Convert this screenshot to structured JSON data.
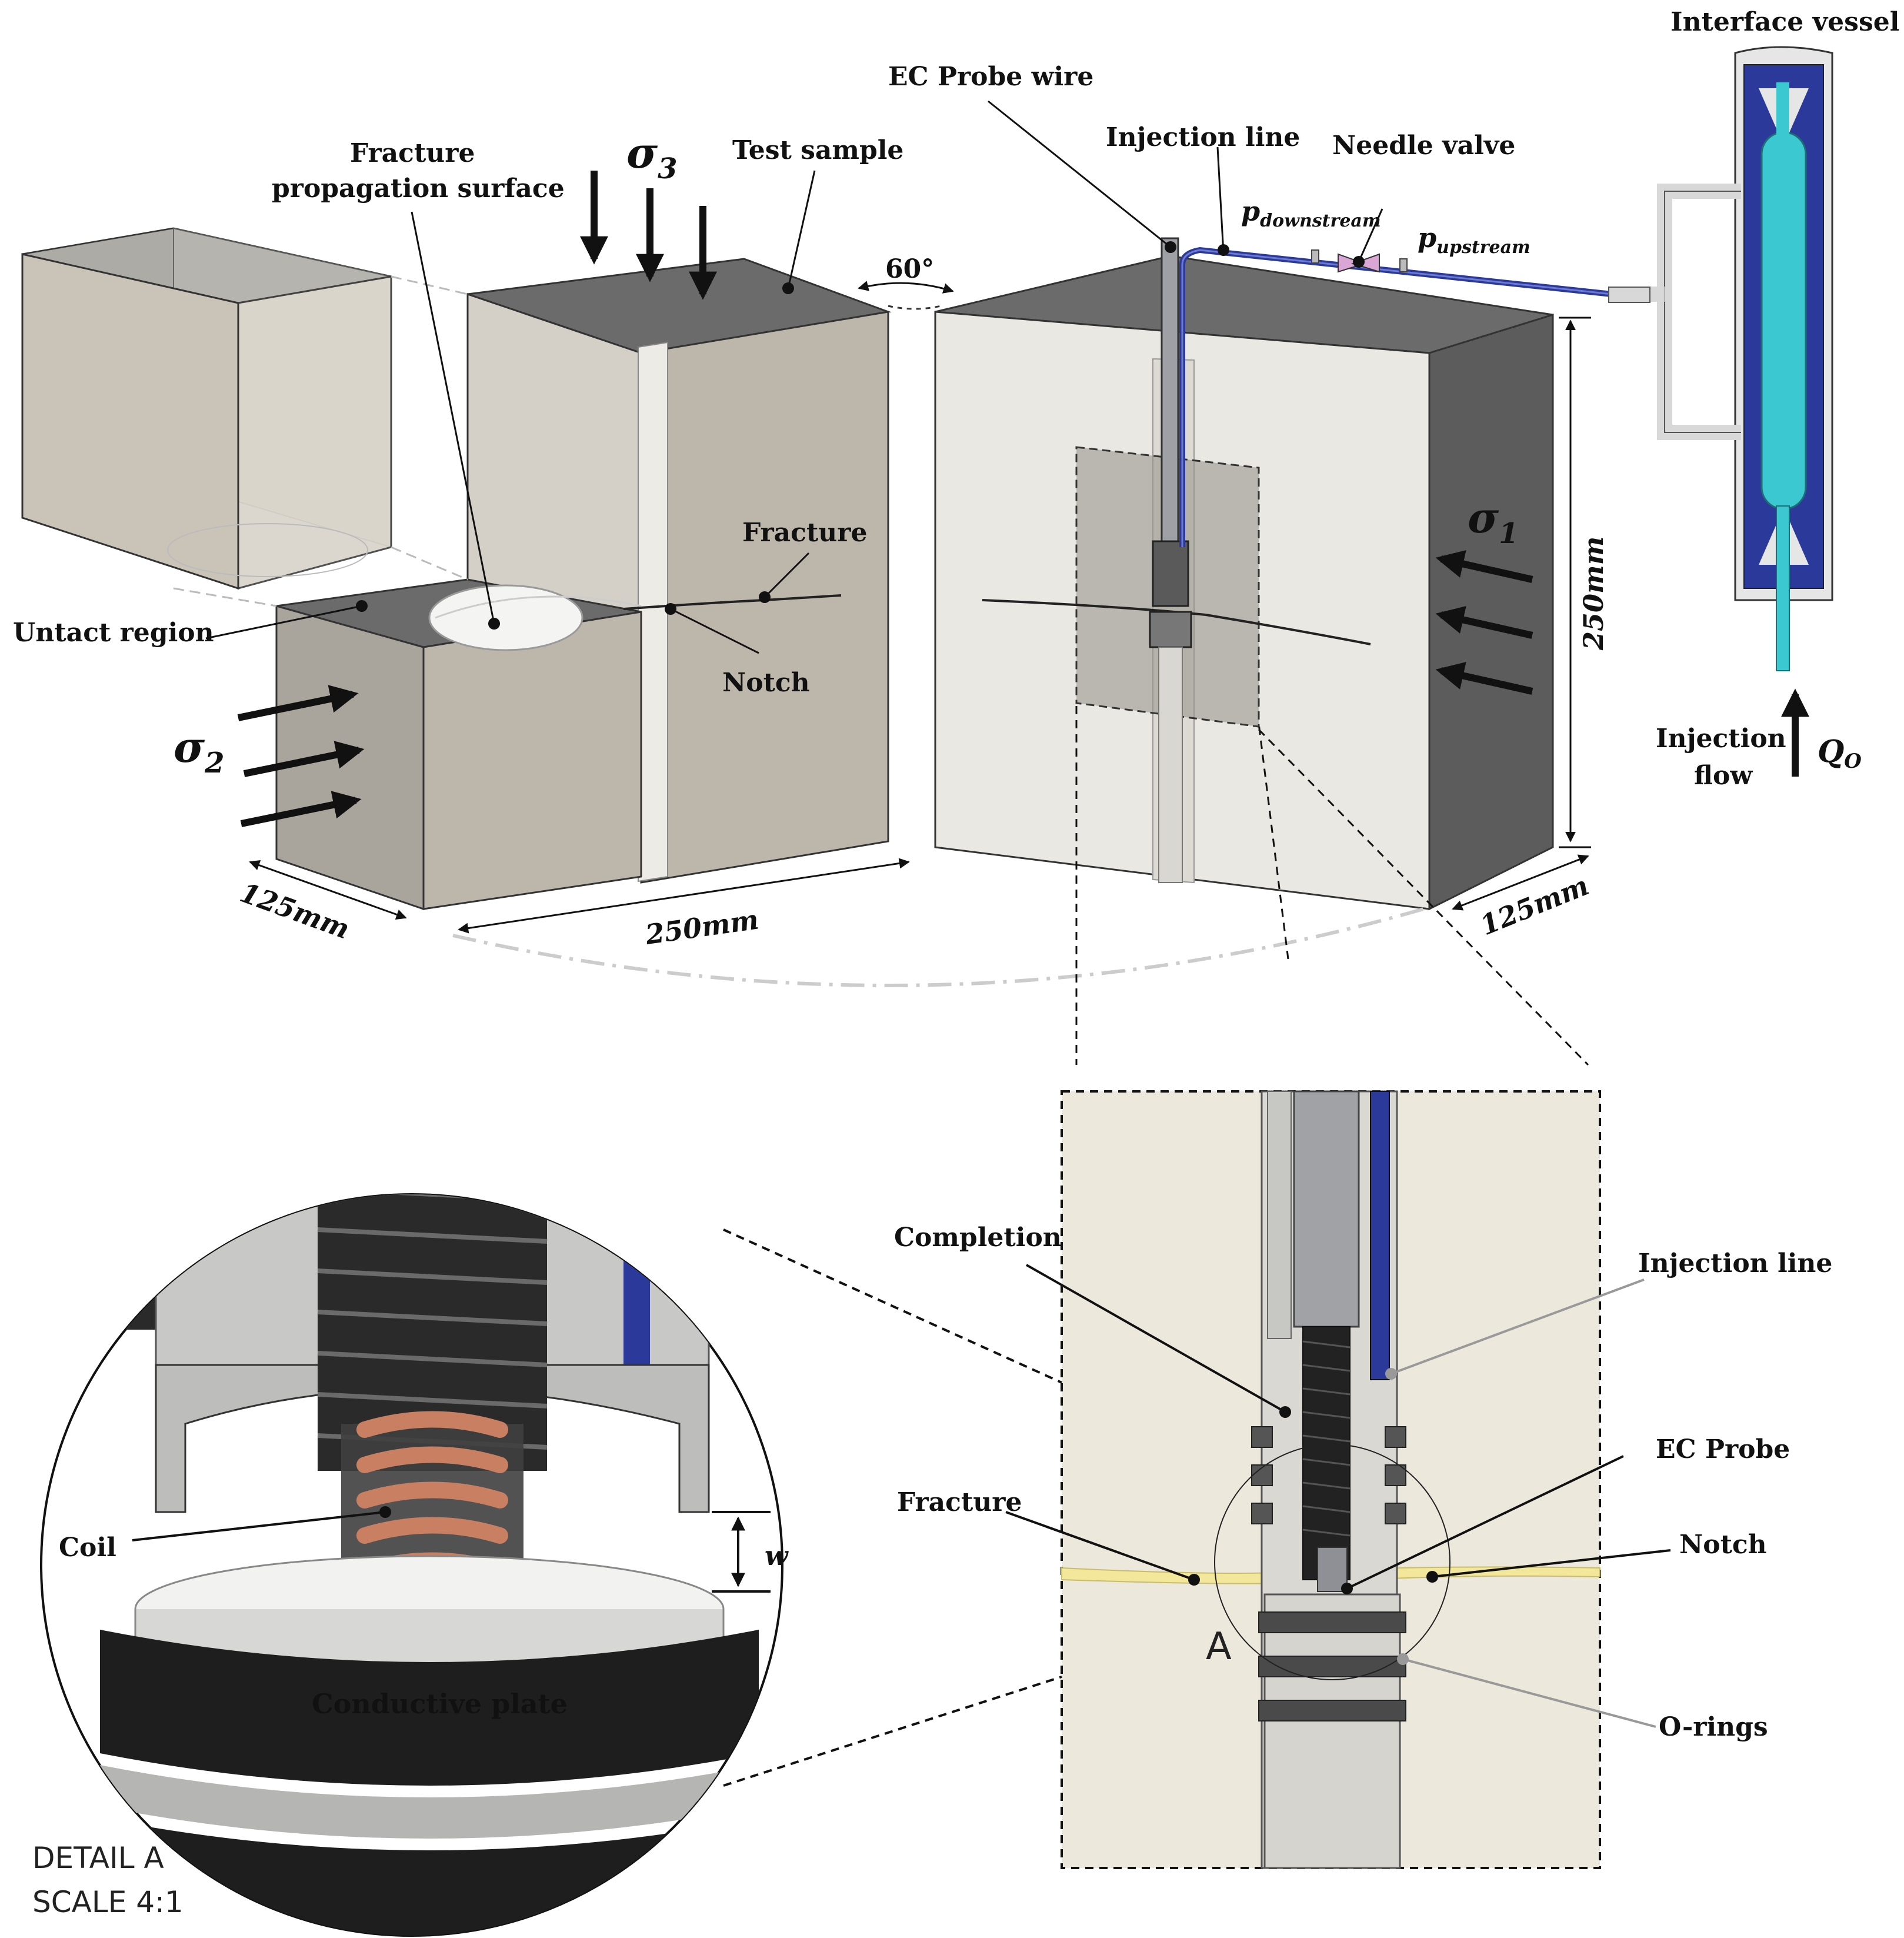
{
  "labels": {
    "interface_vessel": "Interface vessel",
    "ec_probe_wire": "EC Probe wire",
    "injection_line_top": "Injection line",
    "needle_valve": "Needle valve",
    "p_downstream_base": "p",
    "p_downstream_sub": "downstream",
    "p_upstream_base": "p",
    "p_upstream_sub": "upstream",
    "test_sample": "Test sample",
    "fracture_prop_1": "Fracture",
    "fracture_prop_2": "propagation surface",
    "sigma3_base": "σ",
    "sigma3_sub": "3",
    "sigma1_base": "σ",
    "sigma1_sub": "1",
    "sigma2_base": "σ",
    "sigma2_sub": "2",
    "angle": "60°",
    "fracture_top": "Fracture",
    "notch_top": "Notch",
    "untact_region": "Untact region",
    "dim_height": "250mm",
    "dim_width": "250mm",
    "dim_depth_left": "125mm",
    "dim_depth_right": "125mm",
    "injection_flow_1": "Injection",
    "injection_flow_2": "flow",
    "q0_base": "Q",
    "q0_sub": "O",
    "completion": "Completion",
    "injection_line_detail": "Injection line",
    "ec_probe": "EC Probe",
    "fracture_detail": "Fracture",
    "notch_detail": "Notch",
    "o_rings": "O-rings",
    "detail_marker": "A",
    "coil": "Coil",
    "w": "w",
    "conductive_plate": "Conductive plate",
    "detail_a": "DETAIL A",
    "scale": "SCALE 4:1"
  },
  "colors": {
    "block_light": "#e9e8e2",
    "block_gray": "#bdb7ab",
    "block_dark": "#5c5c5c",
    "block_top": "#6b6b6b",
    "injection_blue": "#2b3a9a",
    "vessel_cyan": "#3cc8d0",
    "fracture_yellow": "#f2e79a",
    "coil_copper": "#c98062",
    "detail_bg": "#ede8dc"
  }
}
